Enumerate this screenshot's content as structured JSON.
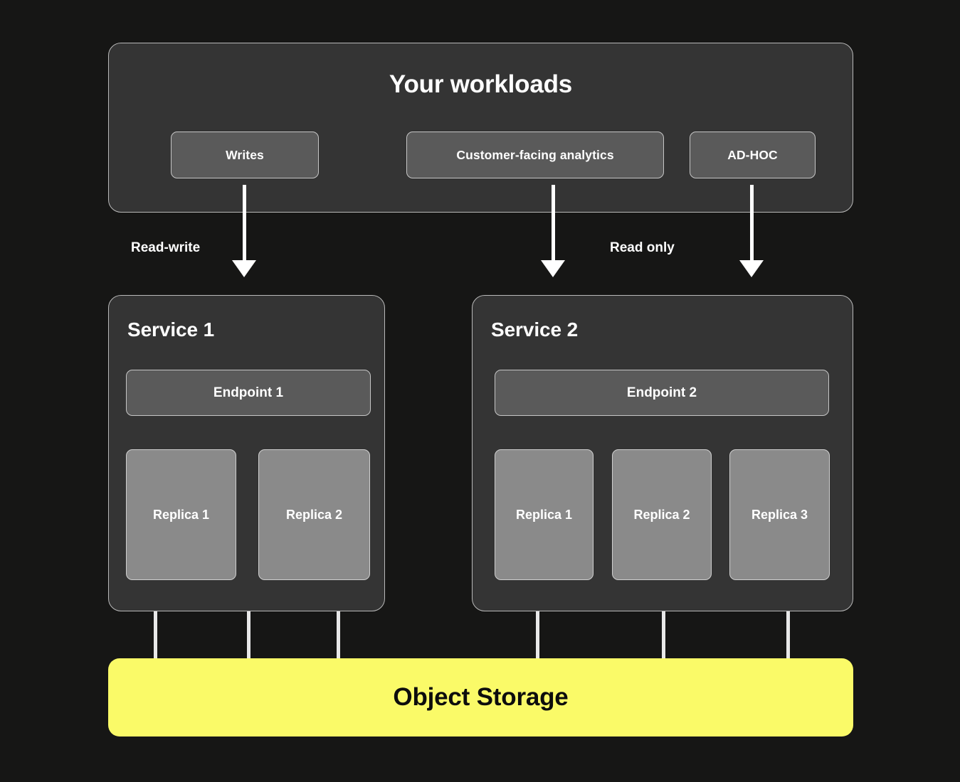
{
  "diagram": {
    "background_color": "#161615",
    "panel_color": "#343434",
    "chip_color": "#5a5a5a",
    "replica_color": "#8a8a8a",
    "accent_color": "#fafa68",
    "line_color": "#ffffff"
  },
  "workloads": {
    "title": "Your workloads",
    "chips": [
      {
        "label": "Writes"
      },
      {
        "label": "Customer-facing analytics"
      },
      {
        "label": "AD-HOC"
      }
    ]
  },
  "arrows": {
    "labels": [
      {
        "text": "Read-write"
      },
      {
        "text": "Read only"
      }
    ]
  },
  "services": [
    {
      "title": "Service 1",
      "endpoint": "Endpoint 1",
      "replicas": [
        {
          "label": "Replica 1"
        },
        {
          "label": "Replica 2"
        }
      ]
    },
    {
      "title": "Service 2",
      "endpoint": "Endpoint 2",
      "replicas": [
        {
          "label": "Replica 1"
        },
        {
          "label": "Replica 2"
        },
        {
          "label": "Replica 3"
        }
      ]
    }
  ],
  "storage": {
    "label": "Object Storage"
  }
}
